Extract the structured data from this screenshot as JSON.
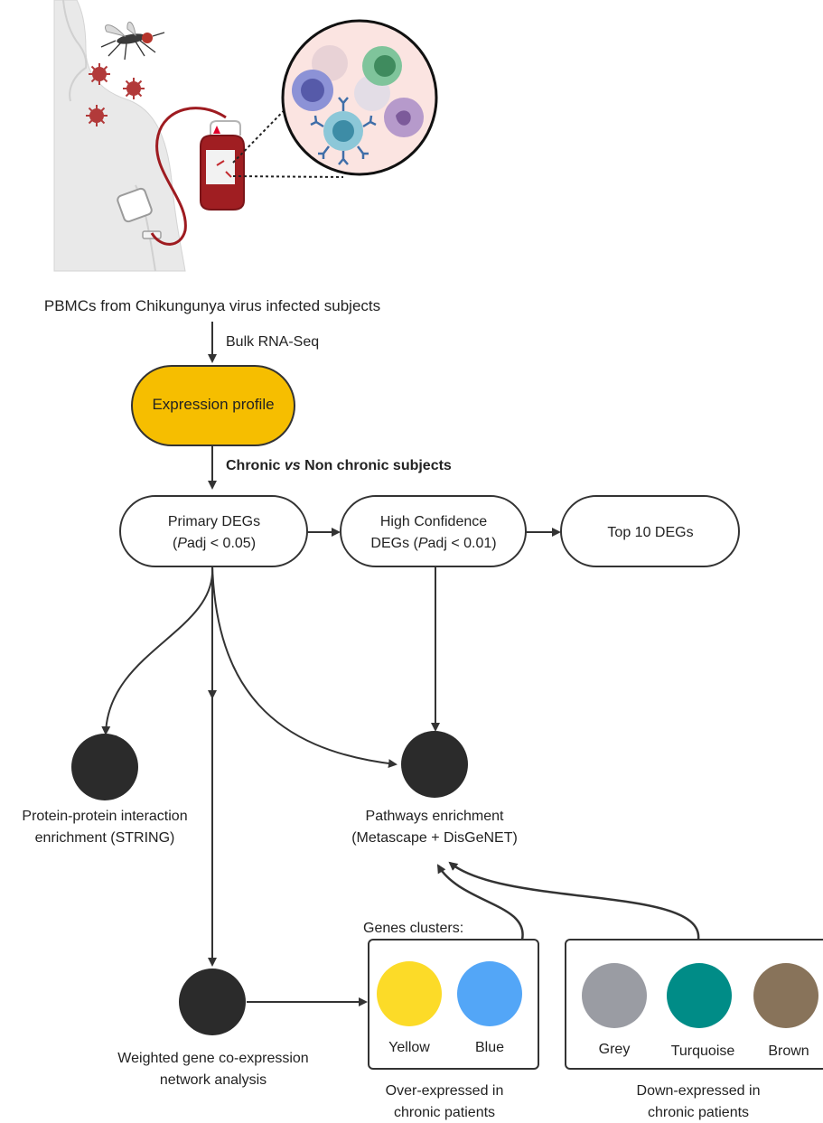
{
  "colors": {
    "expression_fill": "#F6BE00",
    "node_dark": "#2B2B2B",
    "arrow": "#333333",
    "blood": "#A01E22",
    "virus": "#B23A3A",
    "cluster_yellow": "#FCDB28",
    "cluster_blue": "#53A6F7",
    "cluster_grey": "#9A9CA3",
    "cluster_turquoise": "#008C87",
    "cluster_brown": "#88735A"
  },
  "illustration": {
    "icons": [
      "patient-icon",
      "mosquito-icon",
      "virus-icon",
      "blood-bag-icon",
      "pbmc-cells-icon"
    ]
  },
  "source_label": "PBMCs from Chikungunya virus infected subjects",
  "step1_label": "Bulk RNA-Seq",
  "expression_profile": "Expression profile",
  "comparison": {
    "part1": "Chronic ",
    "italic": "vs",
    "part2": " Non chronic subjects"
  },
  "primary_degs": {
    "line1": "Primary DEGs",
    "line2_italic": "P",
    "line2_rest": "adj < 0.05)",
    "line2_open": "("
  },
  "high_confidence": {
    "line1": "High Confidence",
    "line2_pre": "DEGs (",
    "line2_italic": "P",
    "line2_rest": "adj < 0.01)"
  },
  "top10": "Top 10 DEGs",
  "ppi": {
    "line1": "Protein-protein interaction",
    "line2": "enrichment (STRING)"
  },
  "pathways": {
    "line1": "Pathways enrichment",
    "line2": "(Metascape + DisGeNET)"
  },
  "wgcna": {
    "line1": "Weighted gene co-expression",
    "line2": "network analysis"
  },
  "clusters_title": "Genes clusters:",
  "over_clusters": [
    "Yellow",
    "Blue"
  ],
  "down_clusters": [
    "Grey",
    "Turquoise",
    "Brown"
  ],
  "over_label": {
    "line1": "Over-expressed in",
    "line2": "chronic patients"
  },
  "down_label": {
    "line1": "Down-expressed in",
    "line2": "chronic patients"
  }
}
